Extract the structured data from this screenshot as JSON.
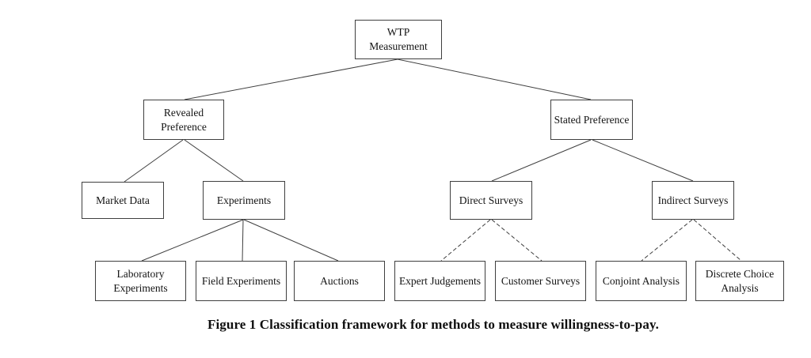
{
  "figure": {
    "caption": "Figure 1 Classification framework for methods to measure willingness-to-pay."
  },
  "nodes": {
    "root": {
      "label": "WTP Measurement"
    },
    "revealed": {
      "label": "Revealed Preference"
    },
    "stated": {
      "label": "Stated Preference"
    },
    "market_data": {
      "label": "Market Data"
    },
    "experiments": {
      "label": "Experiments"
    },
    "direct_surveys": {
      "label": "Direct Surveys"
    },
    "indirect_surveys": {
      "label": "Indirect Surveys"
    },
    "laboratory_experiments": {
      "label": "Laboratory Experiments"
    },
    "field_experiments": {
      "label": "Field Experiments"
    },
    "auctions": {
      "label": "Auctions"
    },
    "expert_judgements": {
      "label": "Expert Judgements"
    },
    "customer_surveys": {
      "label": "Customer Surveys"
    },
    "conjoint_analysis": {
      "label": "Conjoint Analysis"
    },
    "discrete_choice_analysis": {
      "label": "Discrete Choice Analysis"
    }
  },
  "hierarchy": {
    "WTP Measurement": [
      "Revealed Preference",
      "Stated Preference"
    ],
    "Revealed Preference": [
      "Market Data",
      "Experiments"
    ],
    "Stated Preference": [
      "Direct Surveys",
      "Indirect Surveys"
    ],
    "Experiments": [
      "Laboratory Experiments",
      "Field Experiments",
      "Auctions"
    ],
    "Direct Surveys": [
      "Expert Judgements",
      "Customer Surveys"
    ],
    "Indirect Surveys": [
      "Conjoint Analysis",
      "Discrete Choice Analysis"
    ]
  },
  "edge_styles": {
    "revealed_branch_level3": "solid",
    "stated_branch_level3": "dashed"
  },
  "colors": {
    "background": "#ffffff",
    "box_border": "#3f3f3f",
    "connector": "#3f3f3f",
    "text": "#131313"
  }
}
